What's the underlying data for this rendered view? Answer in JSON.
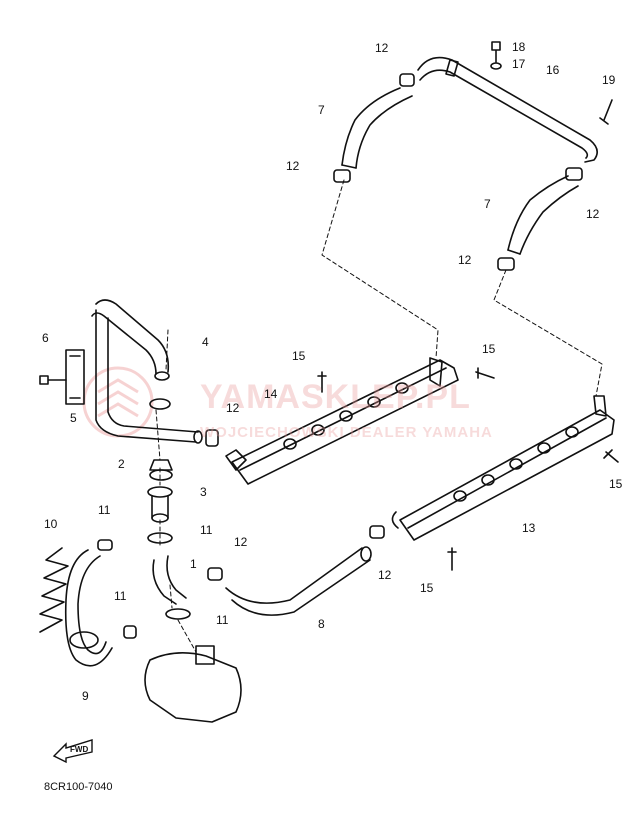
{
  "watermark": {
    "main": "YAMASKLEP.PL",
    "sub": "WOJCIECHOWSKI DEALER YAMAHA",
    "color": "#e88080"
  },
  "catalog_code": "8CR100-7040",
  "fwd_label": "FWD",
  "callouts": {
    "c1": "1",
    "c2": "2",
    "c3": "3",
    "c4": "4",
    "c5": "5",
    "c6": "6",
    "c7a": "7",
    "c7b": "7",
    "c8": "8",
    "c9": "9",
    "c10": "10",
    "c11a": "11",
    "c11b": "11",
    "c11c": "11",
    "c11d": "11",
    "c12a": "12",
    "c12b": "12",
    "c12c": "12",
    "c12d": "12",
    "c12e": "12",
    "c12f": "12",
    "c12g": "12",
    "c13": "13",
    "c14": "14",
    "c15a": "15",
    "c15b": "15",
    "c15c": "15",
    "c15d": "15",
    "c16": "16",
    "c17": "17",
    "c18": "18",
    "c19": "19"
  }
}
